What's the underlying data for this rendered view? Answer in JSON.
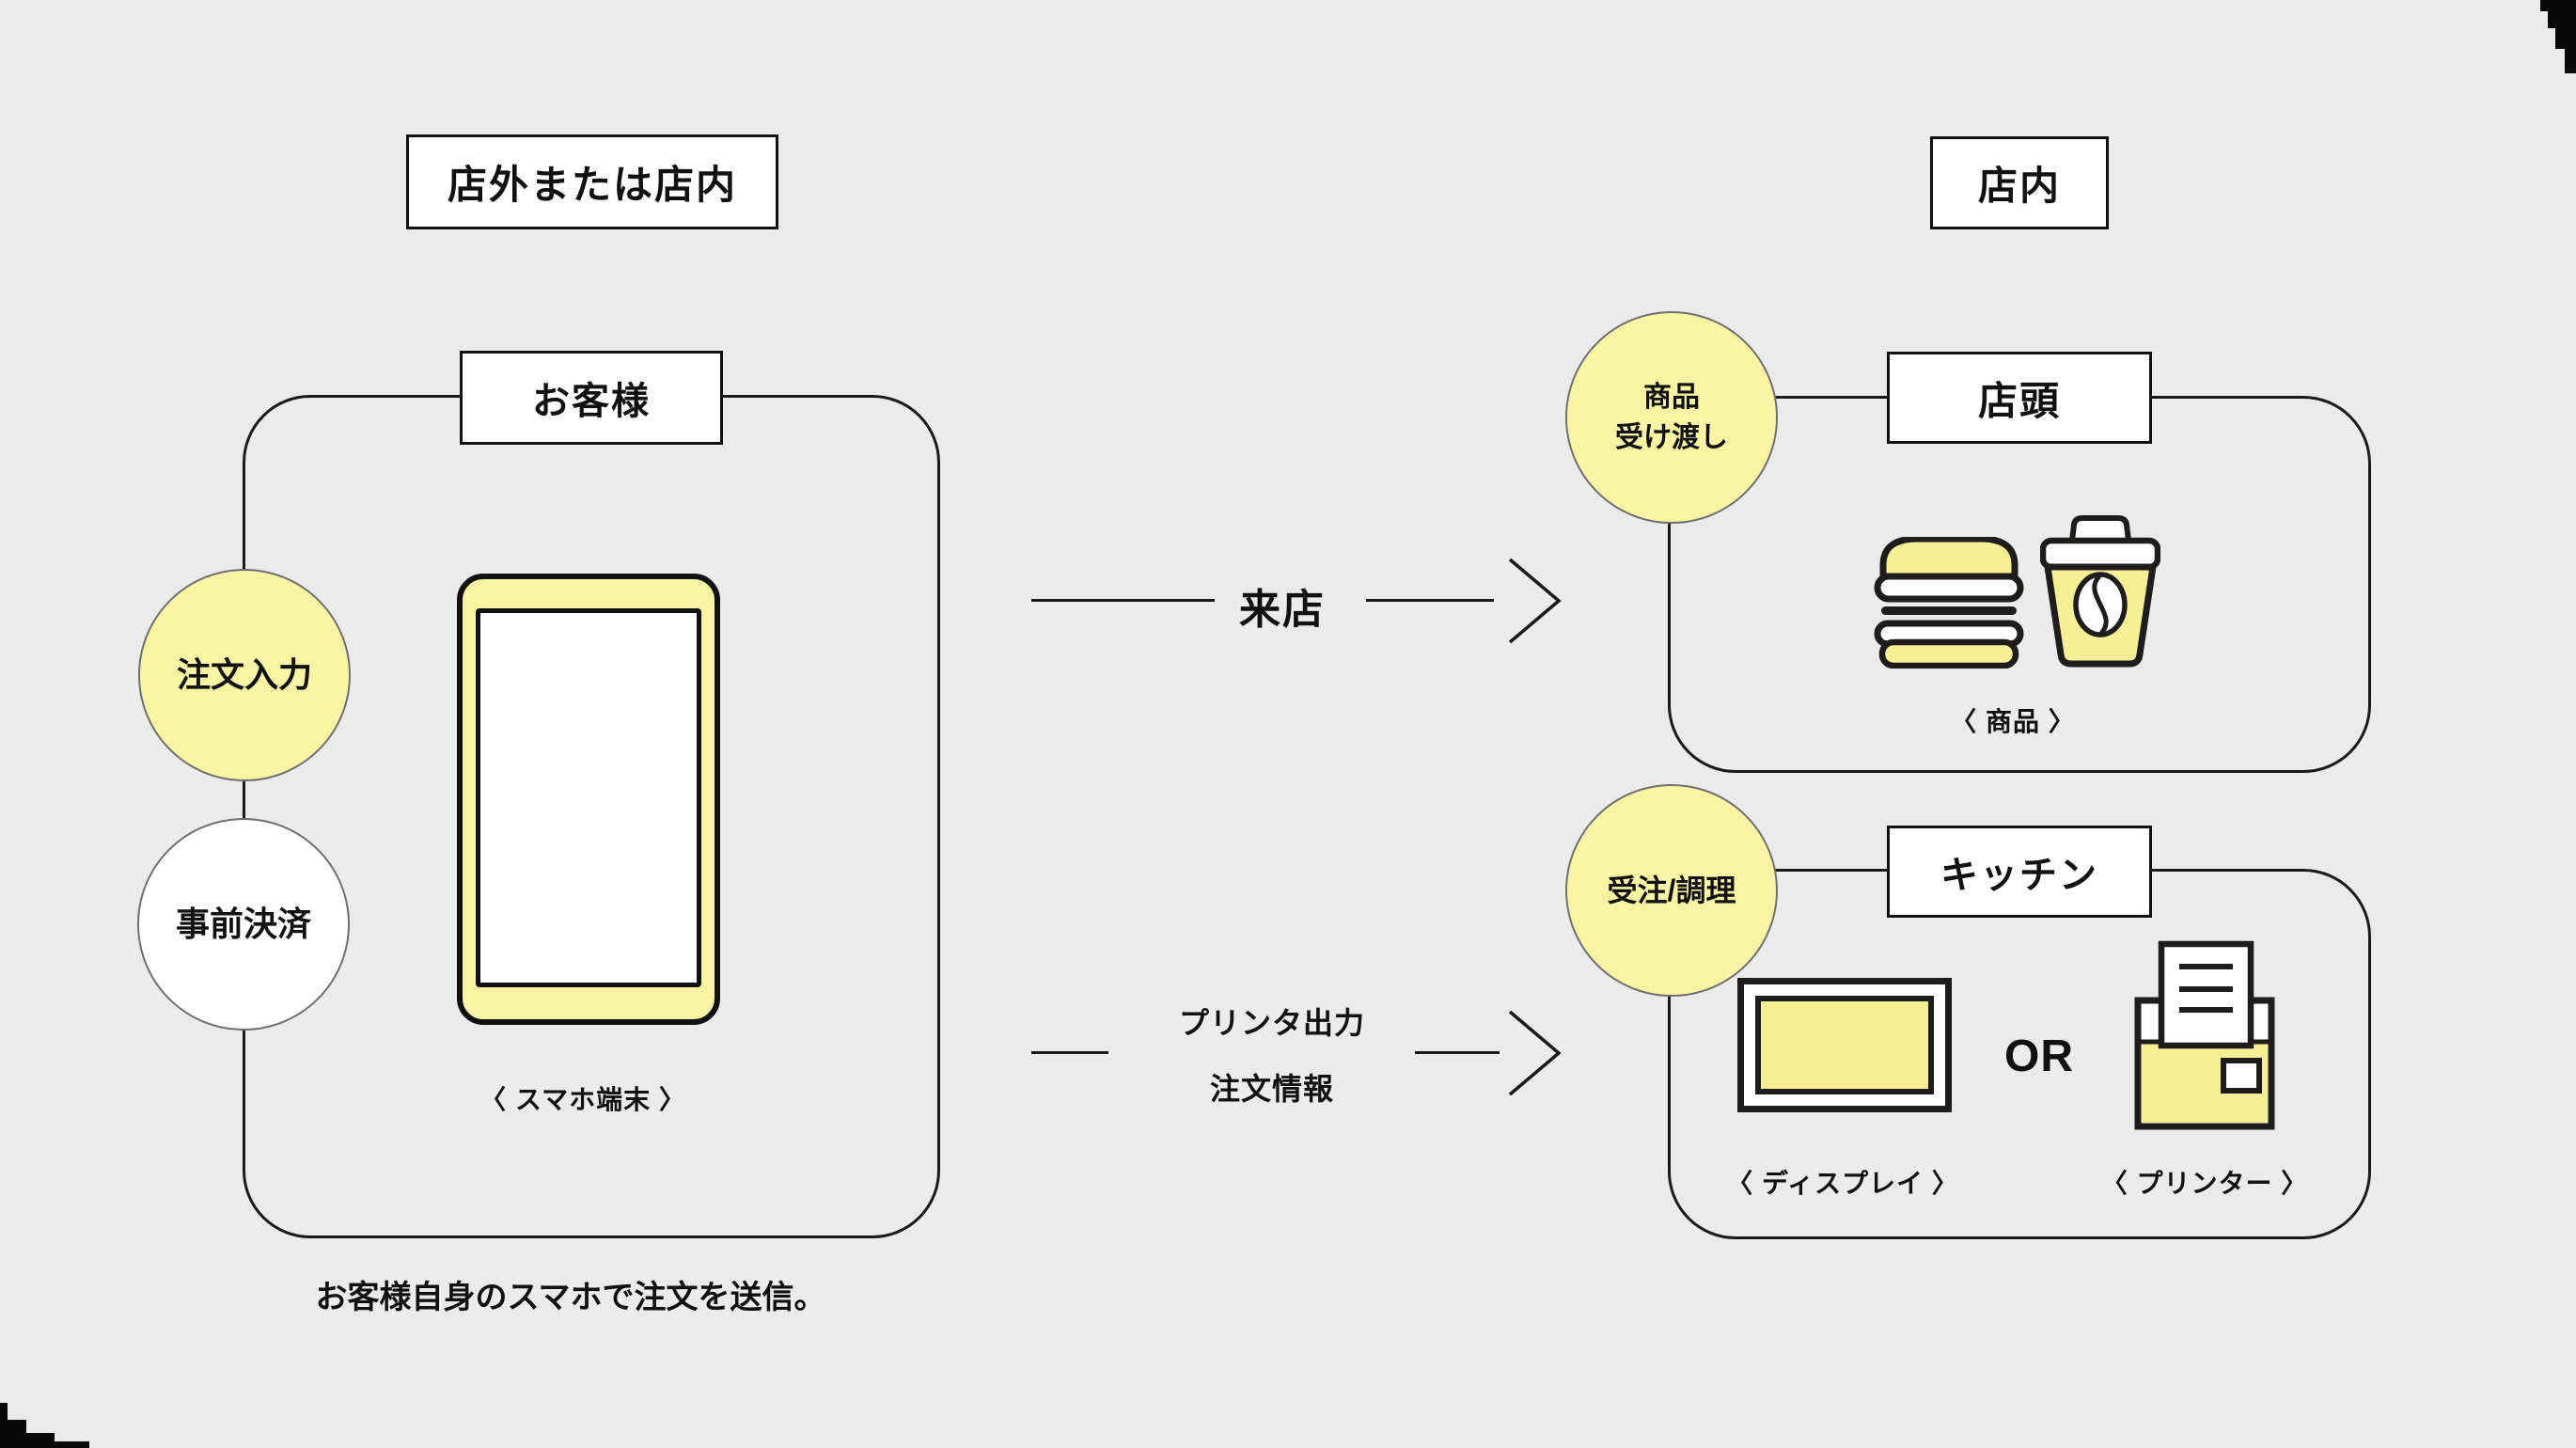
{
  "zones": {
    "left": "店外または店内",
    "right": "店内"
  },
  "customer": {
    "title": "お客様",
    "step_order_input": "注文入力",
    "step_prepayment": "事前決済",
    "device_caption": "〈 スマホ端末 〉",
    "note": "お客様自身のスマホで注文を送信。"
  },
  "arrow_visit": {
    "label": "来店"
  },
  "arrow_order": {
    "label_line1": "プリンタ出力",
    "label_line2": "注文情報"
  },
  "storefront": {
    "title": "店頭",
    "bubble_line1": "商品",
    "bubble_line2": "受け渡し",
    "items_caption": "〈 商品 〉",
    "icons": [
      "burger-icon",
      "coffee-cup-icon"
    ]
  },
  "kitchen": {
    "title": "キッチン",
    "bubble": "受注/調理",
    "or": "OR",
    "display_caption": "〈 ディスプレイ 〉",
    "printer_caption": "〈 プリンター 〉"
  },
  "colors": {
    "background": "#EBEBEB",
    "bubble_yellow": "#F8F4A4",
    "icon_yellow": "#F6EF95",
    "outline": "#1A1A1A",
    "white": "#FFFFFF"
  }
}
